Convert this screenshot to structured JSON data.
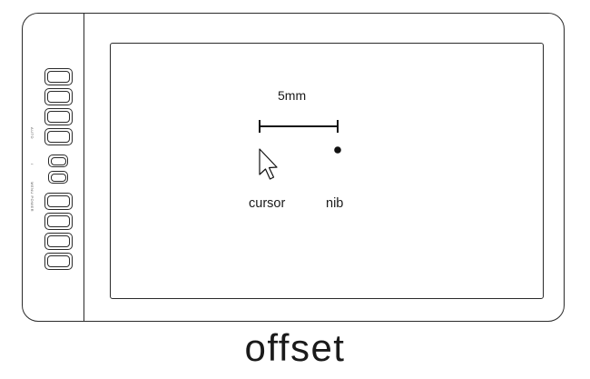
{
  "diagram": {
    "distance_label": "5mm",
    "cursor_label": "cursor",
    "nib_label": "nib",
    "caption": "offset"
  },
  "device": {
    "side_labels": [
      "AUTO",
      "/",
      "MENU POWER"
    ]
  },
  "icons": {
    "pointer": "mouse-pointer-arrow",
    "nib_dot": "filled-circle"
  }
}
